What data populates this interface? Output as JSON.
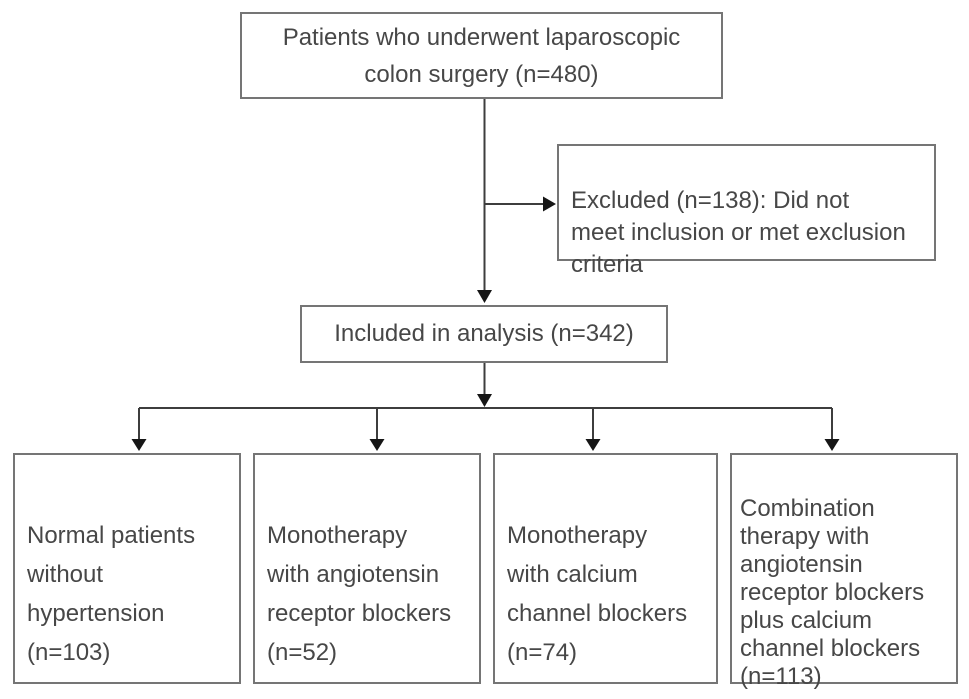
{
  "colors": {
    "background": "#ffffff",
    "box_border": "#757575",
    "connector_line": "#3d3d3d",
    "arrowhead": "#161616",
    "text": "#474747"
  },
  "nodes": {
    "enrolled": {
      "lines": [
        "Patients who underwent laparoscopic",
        "colon surgery (n=480)"
      ],
      "n": 480
    },
    "excluded": {
      "lines": [
        "Excluded (n=138): Did not",
        "meet inclusion or met exclusion",
        "criteria"
      ],
      "n": 138
    },
    "included": {
      "lines": [
        "Included in analysis (n=342)"
      ],
      "n": 342
    },
    "group_normal": {
      "lines": [
        "Normal patients",
        "without",
        "hypertension",
        "(n=103)"
      ],
      "n": 103
    },
    "group_arb": {
      "lines": [
        "Monotherapy",
        "with angiotensin",
        "receptor blockers",
        "(n=52)"
      ],
      "n": 52
    },
    "group_ccb": {
      "lines": [
        "Monotherapy",
        "with calcium",
        "channel blockers",
        "(n=74)"
      ],
      "n": 74
    },
    "group_combo": {
      "lines": [
        "Combination",
        "therapy with",
        "angiotensin",
        "receptor blockers",
        "plus calcium",
        "channel blockers",
        "(n=113)"
      ],
      "n": 113
    }
  }
}
